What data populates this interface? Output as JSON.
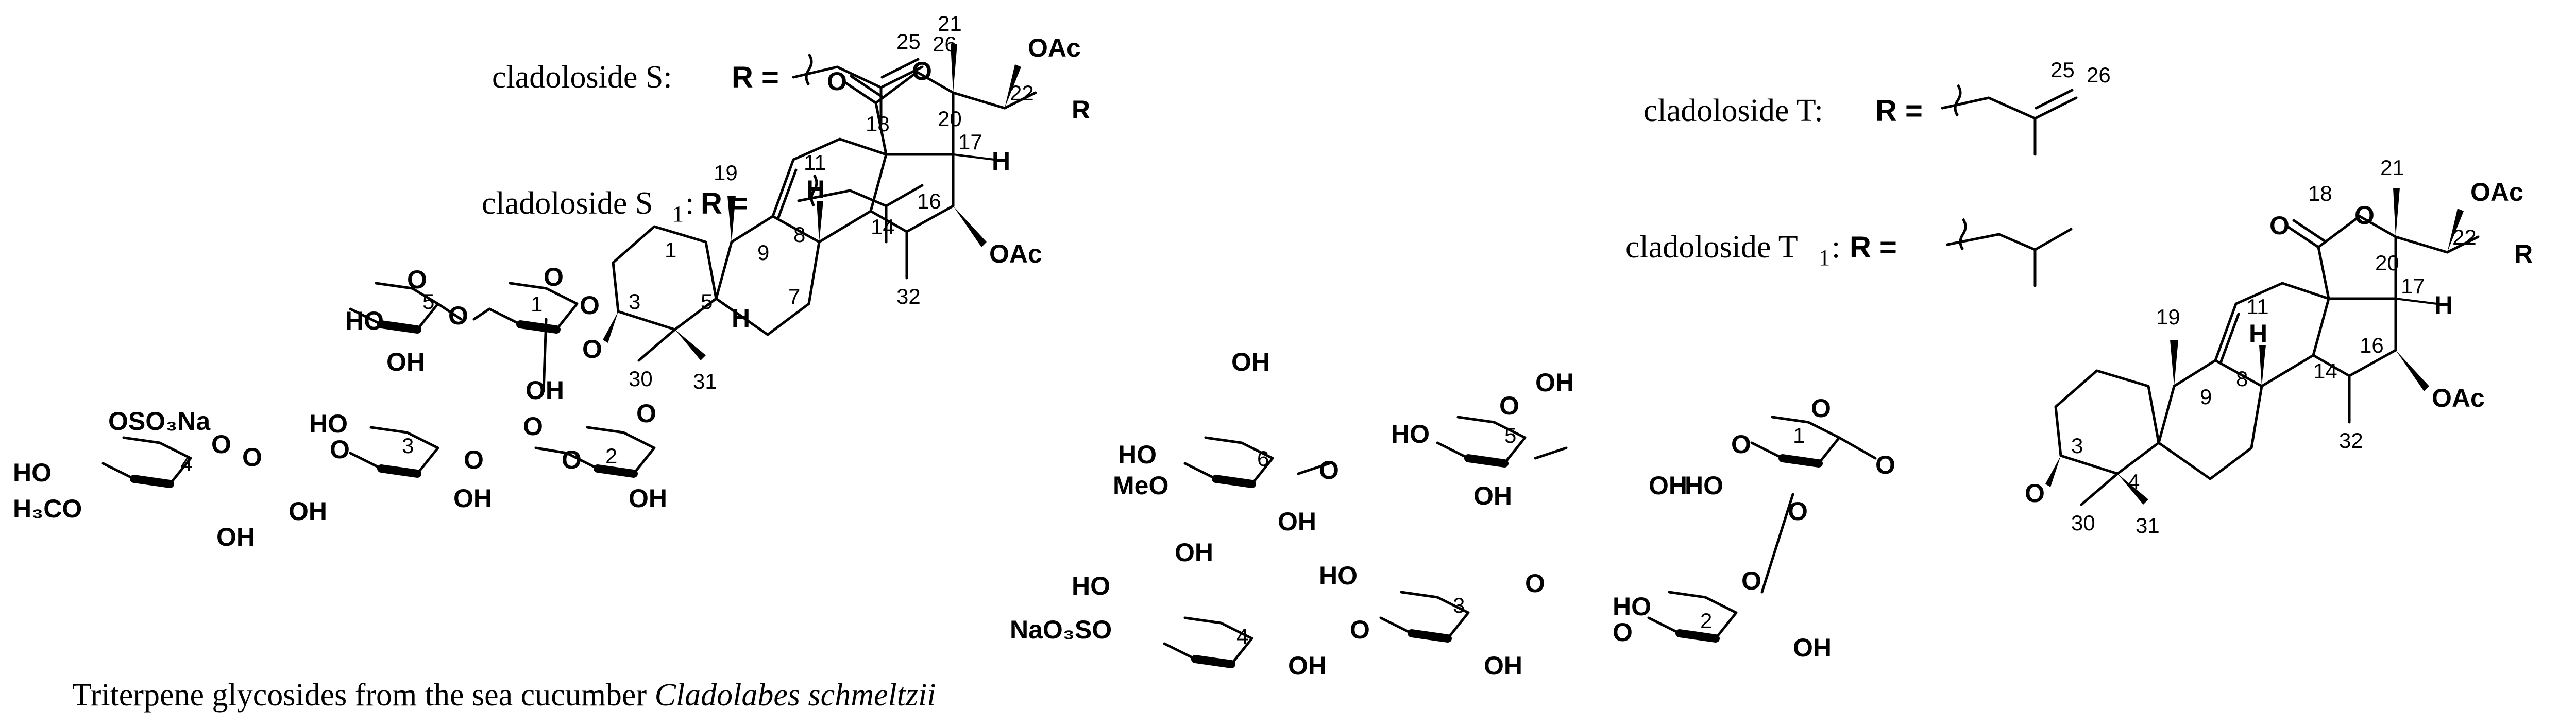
{
  "labels": {
    "s": "cladoloside S:",
    "s1_main": "cladoloside S",
    "s1_sub": "1",
    "t": "cladoloside T:",
    "t1_main": "cladoloside T",
    "t1_sub": "1",
    "colon": ":",
    "r_eq": "R ="
  },
  "atoms": {
    "O": "O",
    "OH": "OH",
    "HO": "HO",
    "H": "H",
    "OAc": "OAc",
    "R": "R",
    "OSO3Na": "OSO₃Na",
    "H3CO": "H₃CO",
    "MeO": "MeO",
    "NaO3SO": "NaO₃SO"
  },
  "numbers": {
    "n1": "1",
    "n2": "2",
    "n3": "3",
    "n4": "4",
    "n5": "5",
    "n6": "6",
    "n7": "7",
    "n8": "8",
    "n9": "9",
    "n11": "11",
    "n14": "14",
    "n16": "16",
    "n17": "17",
    "n18": "18",
    "n19": "19",
    "n20": "20",
    "n21": "21",
    "n22": "22",
    "n25": "25",
    "n26": "26",
    "n30": "30",
    "n31": "31",
    "n32": "32"
  },
  "caption": {
    "text": "Triterpene glycosides from the sea cucumber ",
    "species": "Cladolabes schmeltzii"
  }
}
